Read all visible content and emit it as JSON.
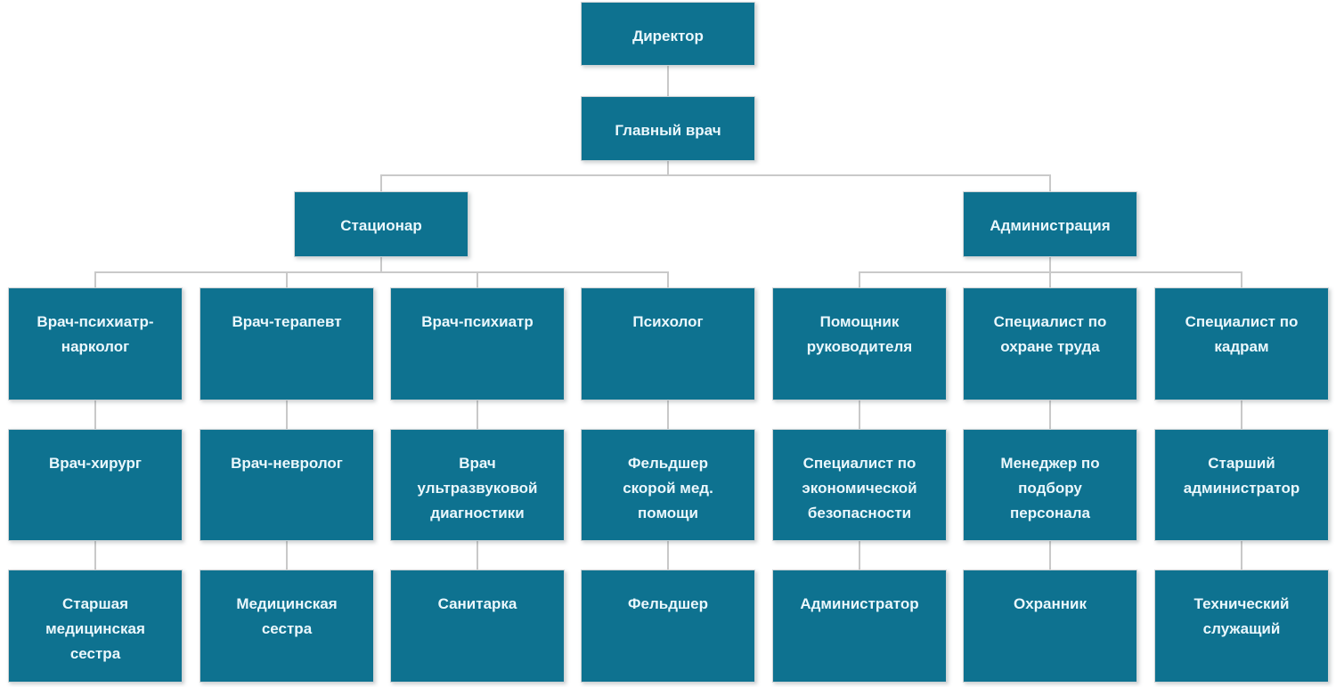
{
  "diagram": {
    "type": "org-chart",
    "colors": {
      "node_fill": "#0e7290",
      "node_text": "#eaf7fc",
      "connector": "#c9c9c9",
      "background": "#ffffff"
    },
    "root": "Директор",
    "level2": "Главный врач",
    "branches": [
      {
        "label": "Стационар",
        "children_columns": [
          1,
          2,
          3,
          4
        ]
      },
      {
        "label": "Администрация",
        "children_columns": [
          5,
          6,
          7
        ]
      }
    ],
    "columns": [
      {
        "levels": [
          "Врач-психиатр-нарколог",
          "Врач-хирург",
          "Старшая медицинская сестра"
        ]
      },
      {
        "levels": [
          "Врач-терапевт",
          "Врач-невролог",
          "Медицинская сестра"
        ]
      },
      {
        "levels": [
          "Врач-психиатр",
          "Врач ультразвуковой диагностики",
          "Санитарка"
        ]
      },
      {
        "levels": [
          "Психолог",
          "Фельдшер скорой мед. помощи",
          "Фельдшер"
        ]
      },
      {
        "levels": [
          "Помощник руководителя",
          "Специалист по экономической безопасности",
          "Администратор"
        ]
      },
      {
        "levels": [
          "Специалист по охране труда",
          "Менеджер по подбору персонала",
          "Охранник"
        ]
      },
      {
        "levels": [
          "Специалист по кадрам",
          "Старший администратор",
          "Технический служащий"
        ]
      }
    ]
  }
}
